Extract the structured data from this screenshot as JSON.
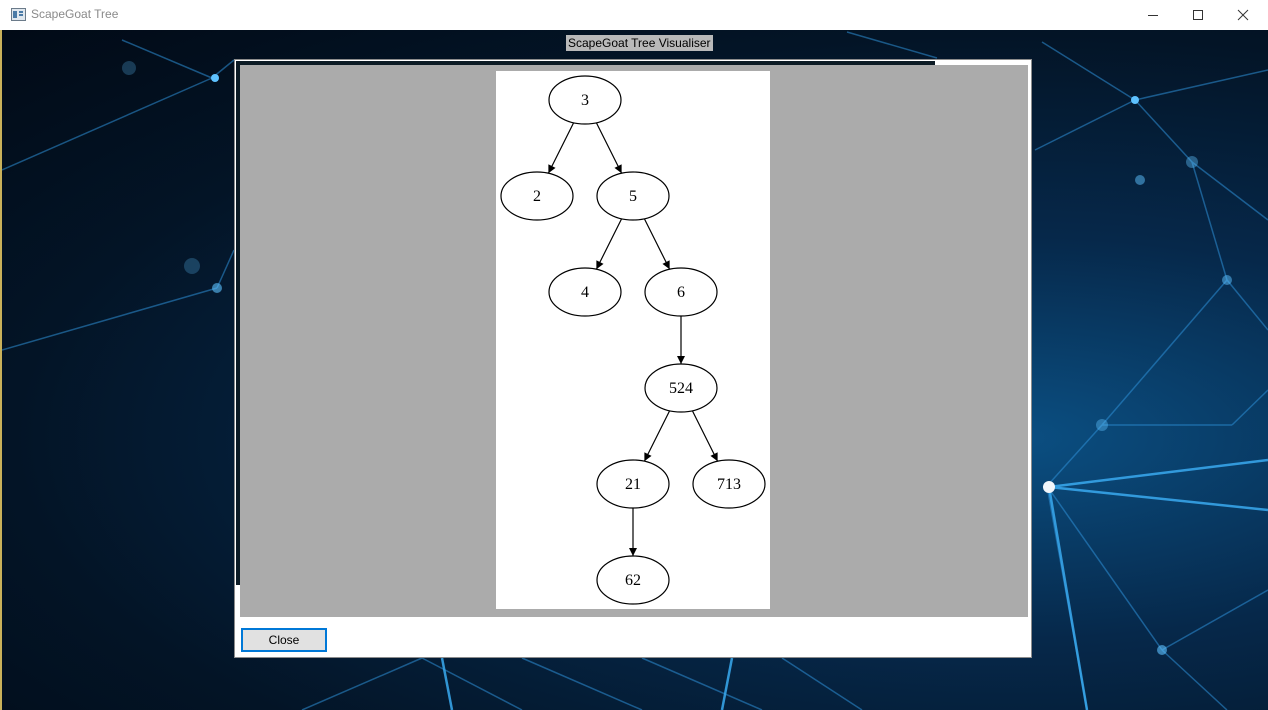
{
  "window": {
    "title": "ScapeGoat Tree",
    "icon": "app-window-icon"
  },
  "window_controls": {
    "minimize": "minimize-icon",
    "maximize": "maximize-icon",
    "close": "close-icon"
  },
  "caption": {
    "text": "ScapeGoat Tree Visualiser"
  },
  "dialog": {
    "close_label": "Close"
  },
  "tree": {
    "nodes": [
      {
        "id": "n3",
        "label": "3"
      },
      {
        "id": "n2",
        "label": "2"
      },
      {
        "id": "n5",
        "label": "5"
      },
      {
        "id": "n4",
        "label": "4"
      },
      {
        "id": "n6",
        "label": "6"
      },
      {
        "id": "n524",
        "label": "524"
      },
      {
        "id": "n21",
        "label": "21"
      },
      {
        "id": "n713",
        "label": "713"
      },
      {
        "id": "n62",
        "label": "62"
      }
    ],
    "edges": [
      [
        "n3",
        "n2"
      ],
      [
        "n3",
        "n5"
      ],
      [
        "n5",
        "n4"
      ],
      [
        "n5",
        "n6"
      ],
      [
        "n6",
        "n524"
      ],
      [
        "n524",
        "n21"
      ],
      [
        "n524",
        "n713"
      ],
      [
        "n21",
        "n62"
      ]
    ]
  },
  "colors": {
    "view_background": "#ababab",
    "accent": "#0078d7",
    "node_stroke": "#000000"
  }
}
